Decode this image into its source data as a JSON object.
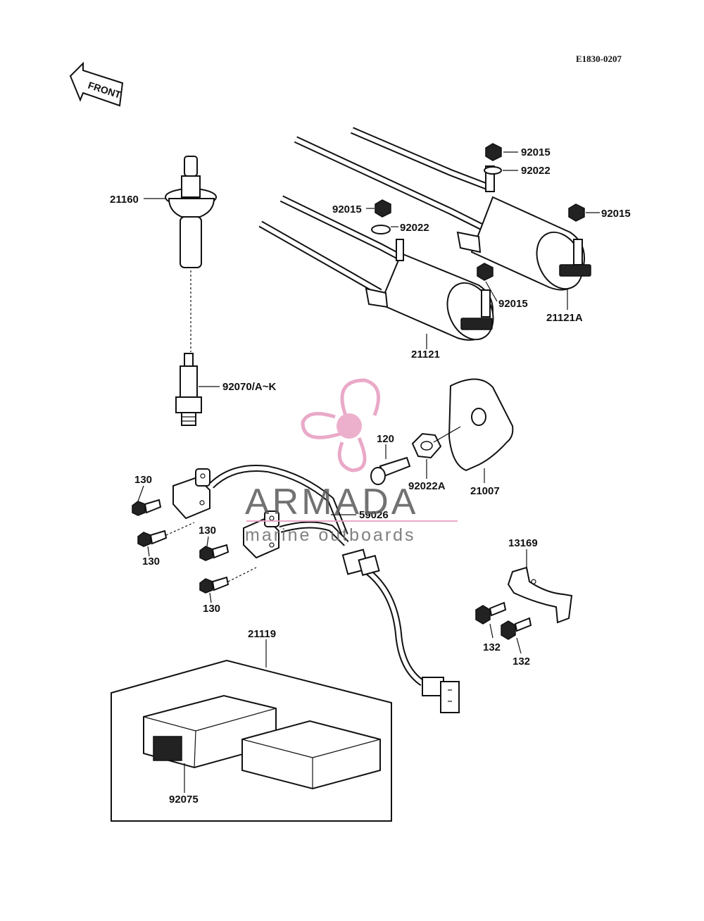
{
  "diagram_code": "E1830-0207",
  "front_arrow_label": "FRONT",
  "watermark": {
    "brand": "ARMADA",
    "tagline": "marine outboards",
    "accent": "#e79bbf",
    "hub": "#e9a3c4"
  },
  "labels": {
    "p92015_a": "92015",
    "p92022_a": "92022",
    "p92015_b": "92015",
    "p92022_b": "92022",
    "p92015_c": "92015",
    "p92015_d": "92015",
    "p21160": "21160",
    "p21121a": "21121A",
    "p21121": "21121",
    "p92070": "92070/A~K",
    "p120": "120",
    "p92022a": "92022A",
    "p21007": "21007",
    "p59026": "59026",
    "p130_a": "130",
    "p130_b": "130",
    "p130_c": "130",
    "p130_d": "130",
    "p13169": "13169",
    "p132_a": "132",
    "p132_b": "132",
    "p21119": "21119",
    "p92075": "92075"
  }
}
